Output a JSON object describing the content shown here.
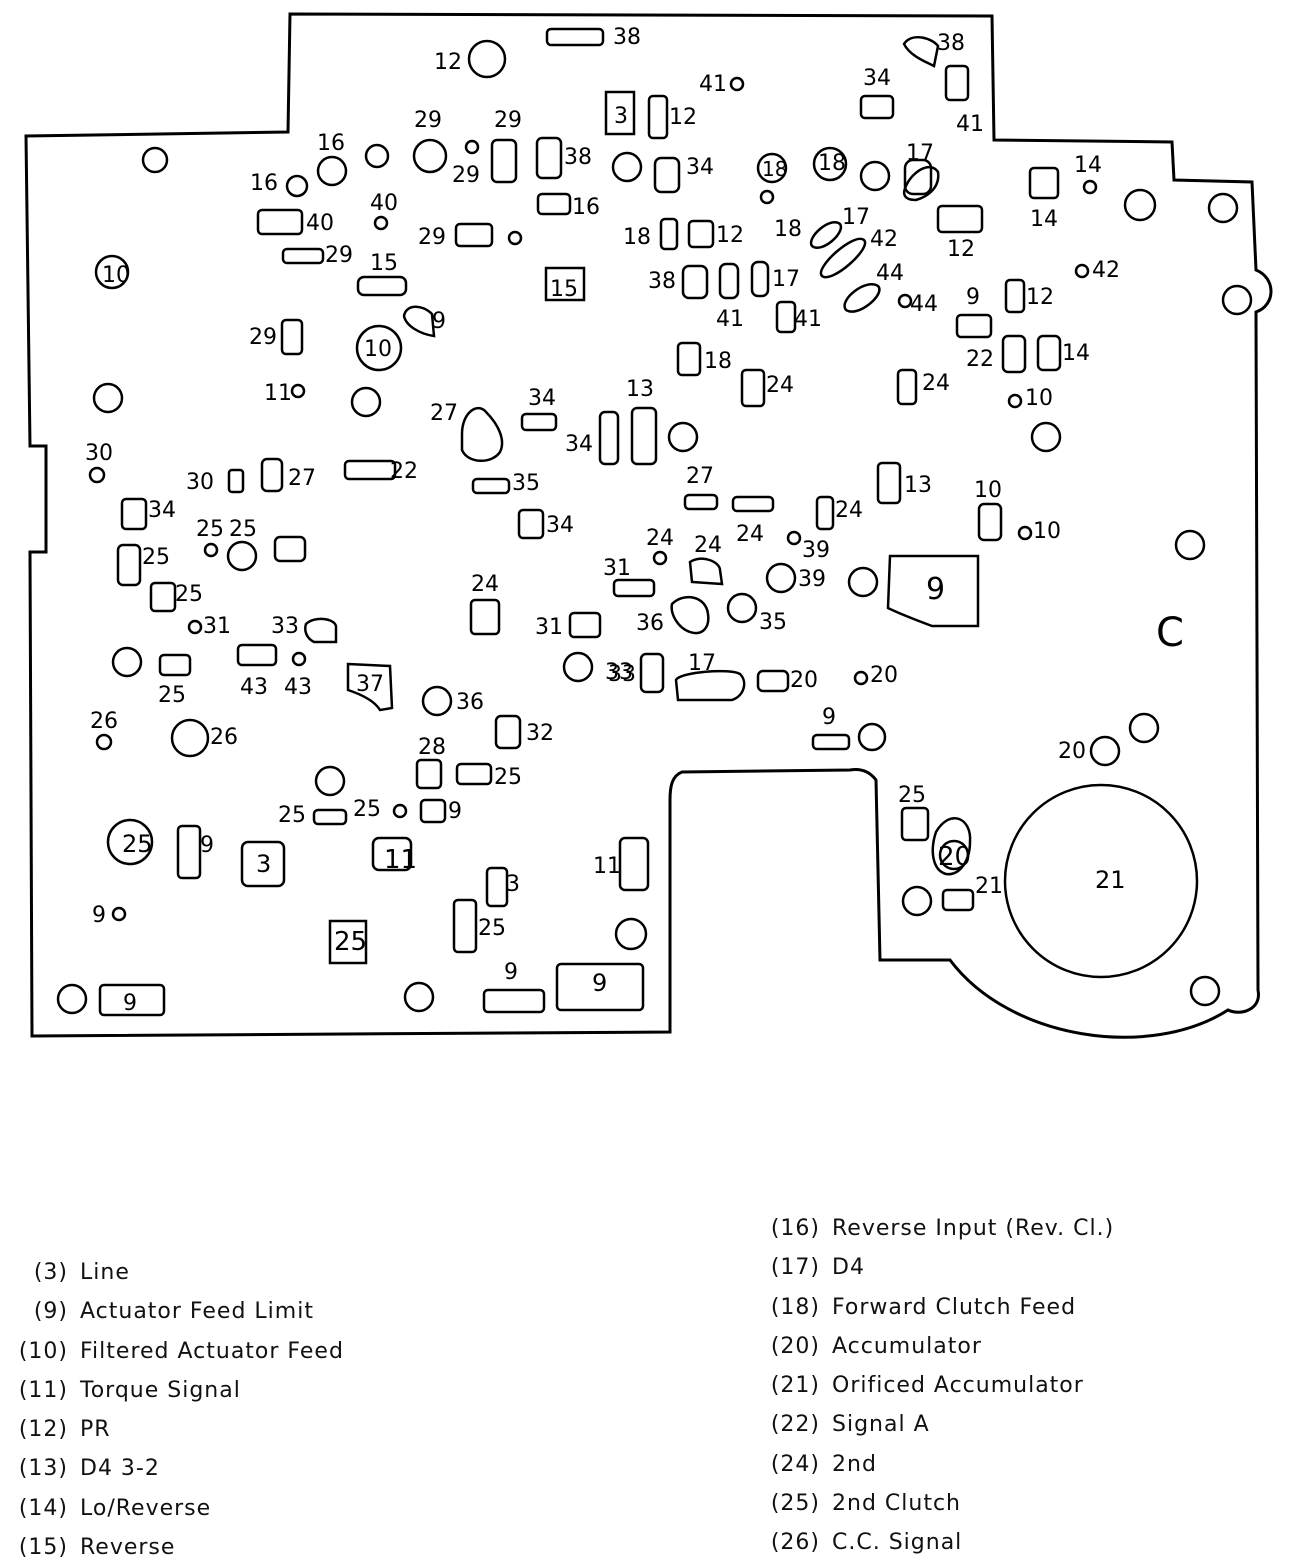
{
  "diagram": {
    "plate_labels": [
      "12",
      "38",
      "38",
      "41",
      "41",
      "34",
      "3",
      "12",
      "29",
      "29",
      "16",
      "16",
      "29",
      "38",
      "34",
      "18",
      "18",
      "17",
      "14",
      "14",
      "40",
      "40",
      "16",
      "29",
      "29",
      "18",
      "12",
      "18",
      "17",
      "42",
      "44",
      "12",
      "42",
      "10",
      "15",
      "15",
      "38",
      "17",
      "41",
      "41",
      "44",
      "9",
      "12",
      "9",
      "22",
      "14",
      "29",
      "10",
      "11",
      "18",
      "24",
      "24",
      "10",
      "27",
      "34",
      "13",
      "34",
      "30",
      "30",
      "27",
      "22",
      "35",
      "27",
      "24",
      "13",
      "10",
      "10",
      "34",
      "34",
      "24",
      "24",
      "24",
      "39",
      "25",
      "25",
      "25",
      "25",
      "31",
      "9",
      "24",
      "31",
      "31",
      "33",
      "33",
      "36",
      "35",
      "39",
      "C",
      "33",
      "17",
      "20",
      "20",
      "37",
      "25",
      "43",
      "43",
      "36",
      "26",
      "26",
      "32",
      "9",
      "28",
      "25",
      "20",
      "25",
      "25",
      "25",
      "9",
      "9",
      "25",
      "3",
      "11",
      "11",
      "20",
      "21",
      "21",
      "9",
      "3",
      "25",
      "25",
      "9",
      "9",
      "9"
    ],
    "plate_marking": "C",
    "legend_left": [
      {
        "num": "(3)",
        "label": "Line"
      },
      {
        "num": "(9)",
        "label": "Actuator Feed Limit"
      },
      {
        "num": "(10)",
        "label": "Filtered Actuator Feed"
      },
      {
        "num": "(11)",
        "label": "Torque Signal"
      },
      {
        "num": "(12)",
        "label": "PR"
      },
      {
        "num": "(13)",
        "label": "D4 3-2"
      },
      {
        "num": "(14)",
        "label": "Lo/Reverse"
      },
      {
        "num": "(15)",
        "label": "Reverse"
      }
    ],
    "legend_right": [
      {
        "num": "(16)",
        "label": "Reverse Input (Rev. Cl.)"
      },
      {
        "num": "(17)",
        "label": "D4"
      },
      {
        "num": "(18)",
        "label": "Forward Clutch Feed"
      },
      {
        "num": "(20)",
        "label": "Accumulator"
      },
      {
        "num": "(21)",
        "label": "Orificed Accumulator"
      },
      {
        "num": "(22)",
        "label": "Signal A"
      },
      {
        "num": "(24)",
        "label": "2nd"
      },
      {
        "num": "(25)",
        "label": "2nd Clutch"
      },
      {
        "num": "(26)",
        "label": "C.C. Signal"
      }
    ]
  }
}
